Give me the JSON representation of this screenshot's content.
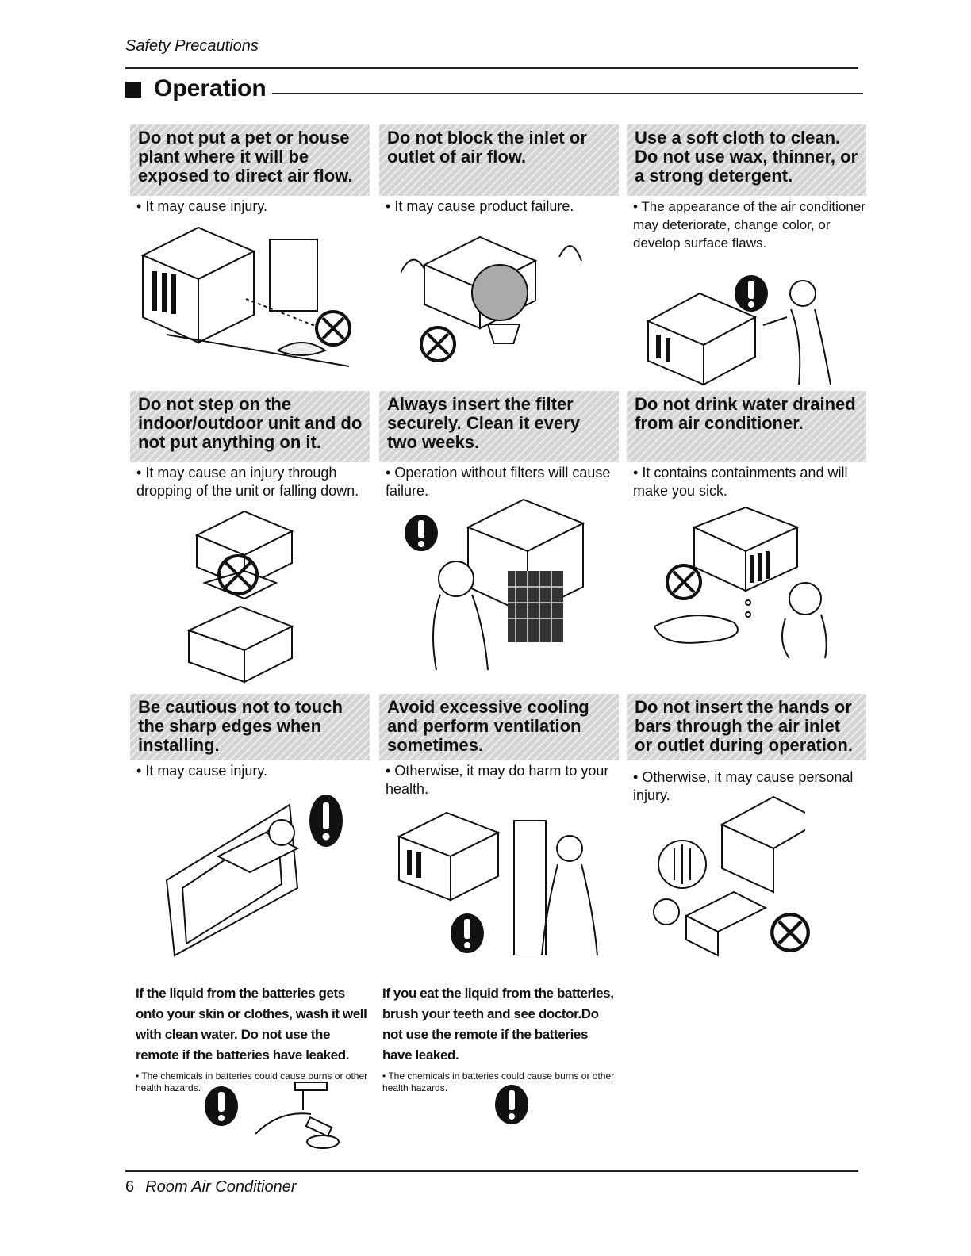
{
  "header": {
    "section": "Safety Precautions",
    "title": "Operation"
  },
  "cards": [
    {
      "title": "Do not put a pet or house plant where it will be exposed to direct air flow.",
      "note": "It may cause injury."
    },
    {
      "title": "Do not block the inlet or outlet of air flow.",
      "note": "It may cause product failure."
    },
    {
      "title": "Use a soft cloth to clean. Do not use wax, thinner, or a strong detergent.",
      "note": "The appearance of the air conditioner may deteriorate, change color, or develop surface flaws."
    },
    {
      "title": "Do not step on the indoor/outdoor unit and do not put anything on it.",
      "note": "It may cause an injury through dropping of the unit or falling down."
    },
    {
      "title": "Always insert the filter securely. Clean it every two weeks.",
      "note": "Operation without filters will cause failure."
    },
    {
      "title": "Do not drink water drained from air conditioner.",
      "note": "It contains containments and will make you sick."
    },
    {
      "title": "Be cautious not to touch the sharp edges when installing.",
      "note": "It may cause injury."
    },
    {
      "title": "Avoid excessive cooling and perform ventilation sometimes.",
      "note": "Otherwise, it may do harm to your health."
    },
    {
      "title": "Do not insert the hands or bars through the air inlet or outlet during operation.",
      "note": "Otherwise, it may cause personal injury."
    }
  ],
  "battery": [
    {
      "title": "If the liquid from the batteries gets onto your skin or clothes, wash it well with clean water. Do not use the remote if the batteries have leaked.",
      "note": "The chemicals in batteries could cause burns or other health hazards."
    },
    {
      "title": "If you eat the liquid from the batteries, brush your teeth and see doctor.Do not use the remote if the batteries have leaked.",
      "note": "The chemicals in batteries could cause burns or other health hazards."
    }
  ],
  "footer": {
    "page": "6",
    "title": "Room Air Conditioner"
  },
  "icons": [
    "prohibited-icon",
    "mandatory-icon"
  ]
}
